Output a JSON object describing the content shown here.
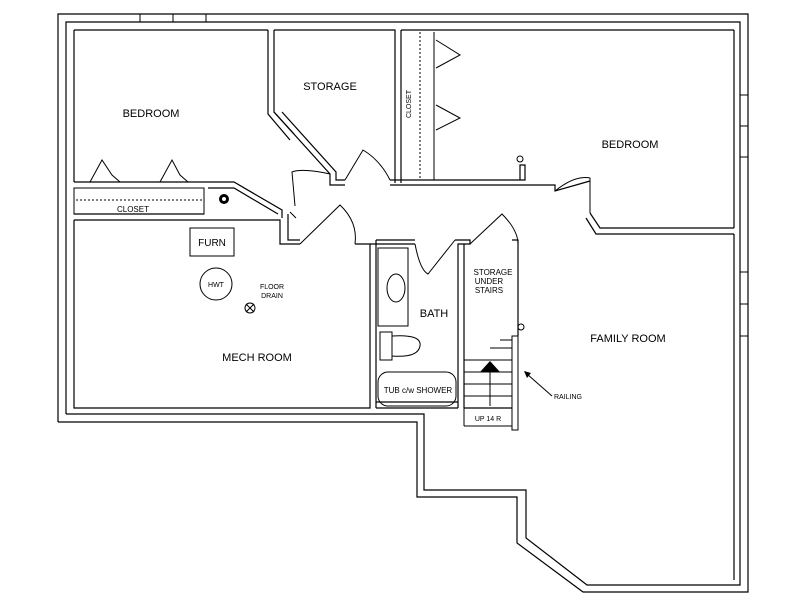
{
  "rooms": {
    "bedroom_left": "BEDROOM",
    "storage": "STORAGE",
    "closet_vertical": "CLOSET",
    "bedroom_right": "BEDROOM",
    "closet_left": "CLOSET",
    "furn": "FURN",
    "hwt": "HWT",
    "floor_drain_1": "FLOOR",
    "floor_drain_2": "DRAIN",
    "mech_room": "MECH ROOM",
    "storage_stairs_1": "STORAGE",
    "storage_stairs_2": "UNDER",
    "storage_stairs_3": "STAIRS",
    "bath": "BATH",
    "family_room": "FAMILY ROOM",
    "tub": "TUB c/w SHOWER",
    "up": "UP 14 R",
    "railing": "RAILING"
  }
}
